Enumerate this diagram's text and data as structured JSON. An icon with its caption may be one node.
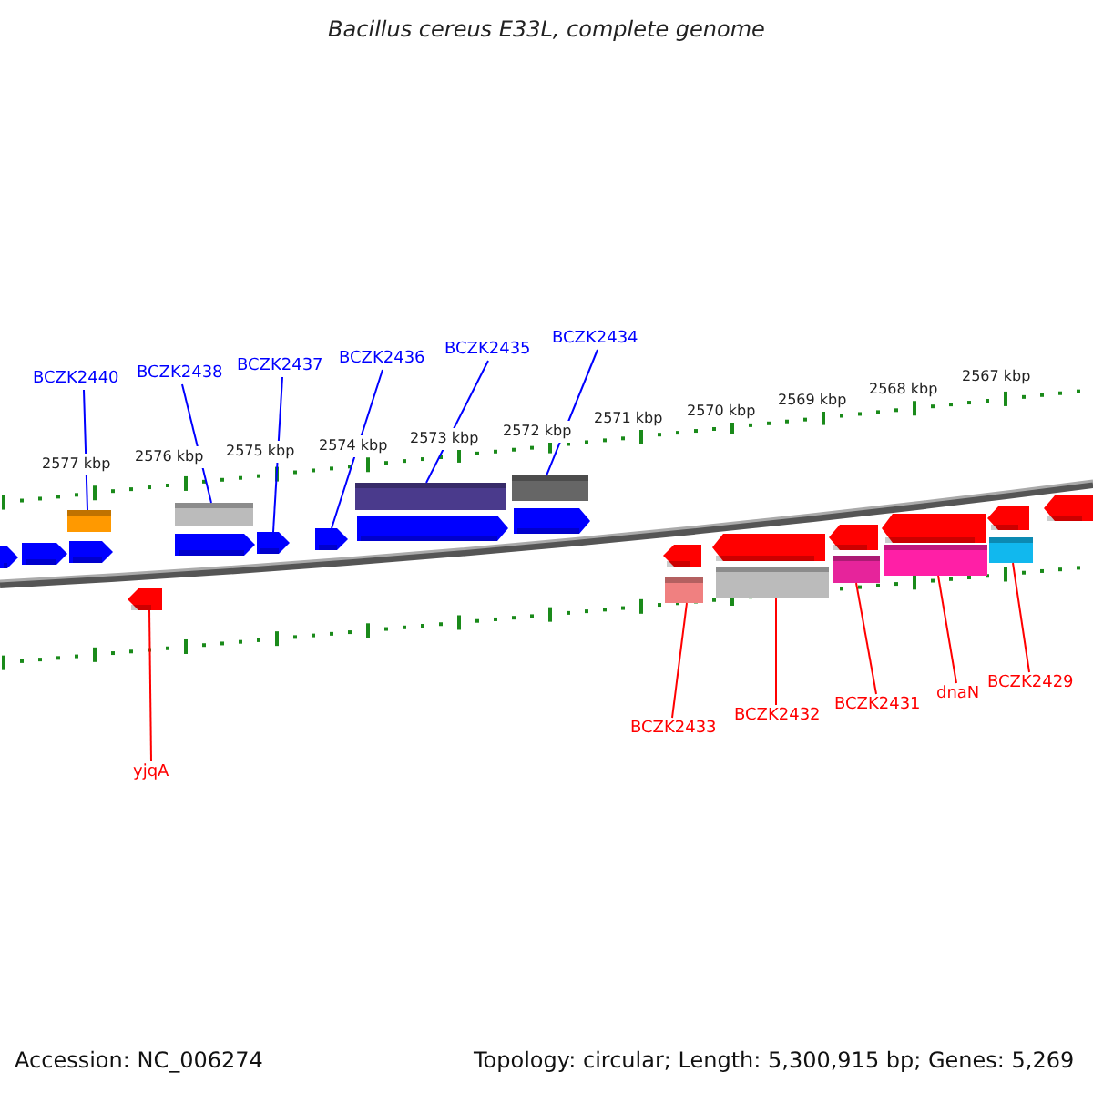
{
  "diagram": {
    "title": "Bacillus cereus E33L, complete genome",
    "nodes": [
      {
        "text": [
          "BCZK2440"
        ]
      },
      {
        "text": [
          "BCZK2438"
        ]
      },
      {
        "text": [
          "BCZK2437"
        ]
      },
      {
        "text": [
          "BCZK2436"
        ]
      },
      {
        "text": [
          "BCZK2435"
        ]
      },
      {
        "text": [
          "BCZK2434"
        ]
      },
      {
        "text": [
          "yjqA"
        ]
      },
      {
        "text": [
          "BCZK2433"
        ]
      },
      {
        "text": [
          "BCZK2432"
        ]
      },
      {
        "text": [
          "BCZK2431"
        ]
      },
      {
        "text": [
          "dnaN"
        ]
      },
      {
        "text": [
          "BCZK2429"
        ]
      },
      {
        "text": [],
        "shape": "bar"
      },
      {
        "text": [],
        "shape": "arrow"
      },
      {
        "text": [],
        "shape": "bar"
      },
      {
        "text": [],
        "shape": "arrow"
      },
      {
        "text": [],
        "shape": "arrow"
      },
      {
        "text": [],
        "shape": "bar"
      },
      {
        "text": [],
        "shape": "bar"
      },
      {
        "text": [],
        "shape": "bar"
      },
      {
        "text": [],
        "shape": "bar"
      },
      {
        "text": [],
        "shape": "bar"
      },
      {
        "text": [],
        "shape": "bar"
      },
      {
        "text": [],
        "shape": "bar"
      },
      {
        "text": [],
        "shape": "arrow"
      },
      {
        "text": [],
        "shape": "arrow"
      },
      {
        "text": [],
        "shape": "arrow"
      },
      {
        "text": [],
        "shape": "arrow"
      },
      {
        "text": [],
        "shape": "arrow"
      },
      {
        "text": [],
        "shape": "arrow"
      },
      {
        "text": [],
        "shape": "arrow"
      },
      {
        "text": [],
        "shape": "arrow"
      },
      {
        "text": [],
        "shape": "arrow"
      },
      {
        "text": [],
        "shape": "arrow"
      },
      {
        "text": [],
        "shape": "arrow"
      },
      {
        "text": [],
        "shape": "arrow"
      }
    ],
    "edges": [
      {
        "from": 0,
        "to": 12,
        "arrow": "none"
      },
      {
        "from": 1,
        "to": 14,
        "arrow": "none"
      },
      {
        "from": 2,
        "to": 15,
        "arrow": "none"
      },
      {
        "from": 3,
        "to": 16,
        "arrow": "none"
      },
      {
        "from": 4,
        "to": 17,
        "arrow": "none"
      },
      {
        "from": 5,
        "to": 18,
        "arrow": "none"
      },
      {
        "from": 6,
        "to": 13,
        "arrow": "none",
        "color": "#ff0000"
      },
      {
        "from": 7,
        "to": 19,
        "arrow": "none",
        "color": "#ff0000"
      },
      {
        "from": 8,
        "to": 20,
        "arrow": "none",
        "color": "#ff0000"
      },
      {
        "from": 9,
        "to": 21,
        "arrow": "none",
        "color": "#ff0000"
      },
      {
        "from": 10,
        "to": 22,
        "arrow": "none",
        "color": "#ff0000"
      },
      {
        "from": 11,
        "to": 23,
        "arrow": "none",
        "color": "#ff0000"
      }
    ],
    "labels": [
      "2577 kbp",
      "2576 kbp",
      "2575 kbp",
      "2574 kbp",
      "2573 kbp",
      "2572 kbp",
      "2571 kbp",
      "2570 kbp",
      "2569 kbp",
      "2568 kbp",
      "2567 kbp",
      "Accession: NC_006274",
      "Topology: circular; Length: 5,300,915 bp; Genes: 5,269"
    ]
  }
}
